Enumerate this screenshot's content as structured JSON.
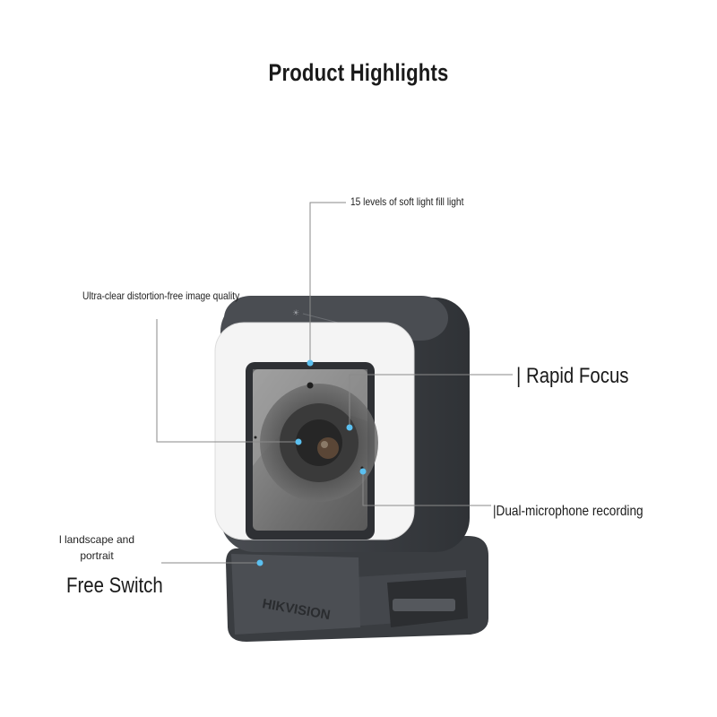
{
  "header": {
    "title": "Product Highlights"
  },
  "callouts": {
    "fill_light": "15 levels of soft light fill light",
    "image_quality": "Ultra-clear distortion-free image quality",
    "rapid_focus": "| Rapid Focus",
    "dual_mic": "|Dual-microphone recording",
    "switch_line1": "l landscape and",
    "switch_line2": "portrait",
    "free_switch": "Free Switch"
  },
  "product": {
    "brand": "HIKVISION",
    "accent_color": "#5bc0f0",
    "body_color": "#3f4246",
    "light_ring_color": "#f4f4f4"
  }
}
